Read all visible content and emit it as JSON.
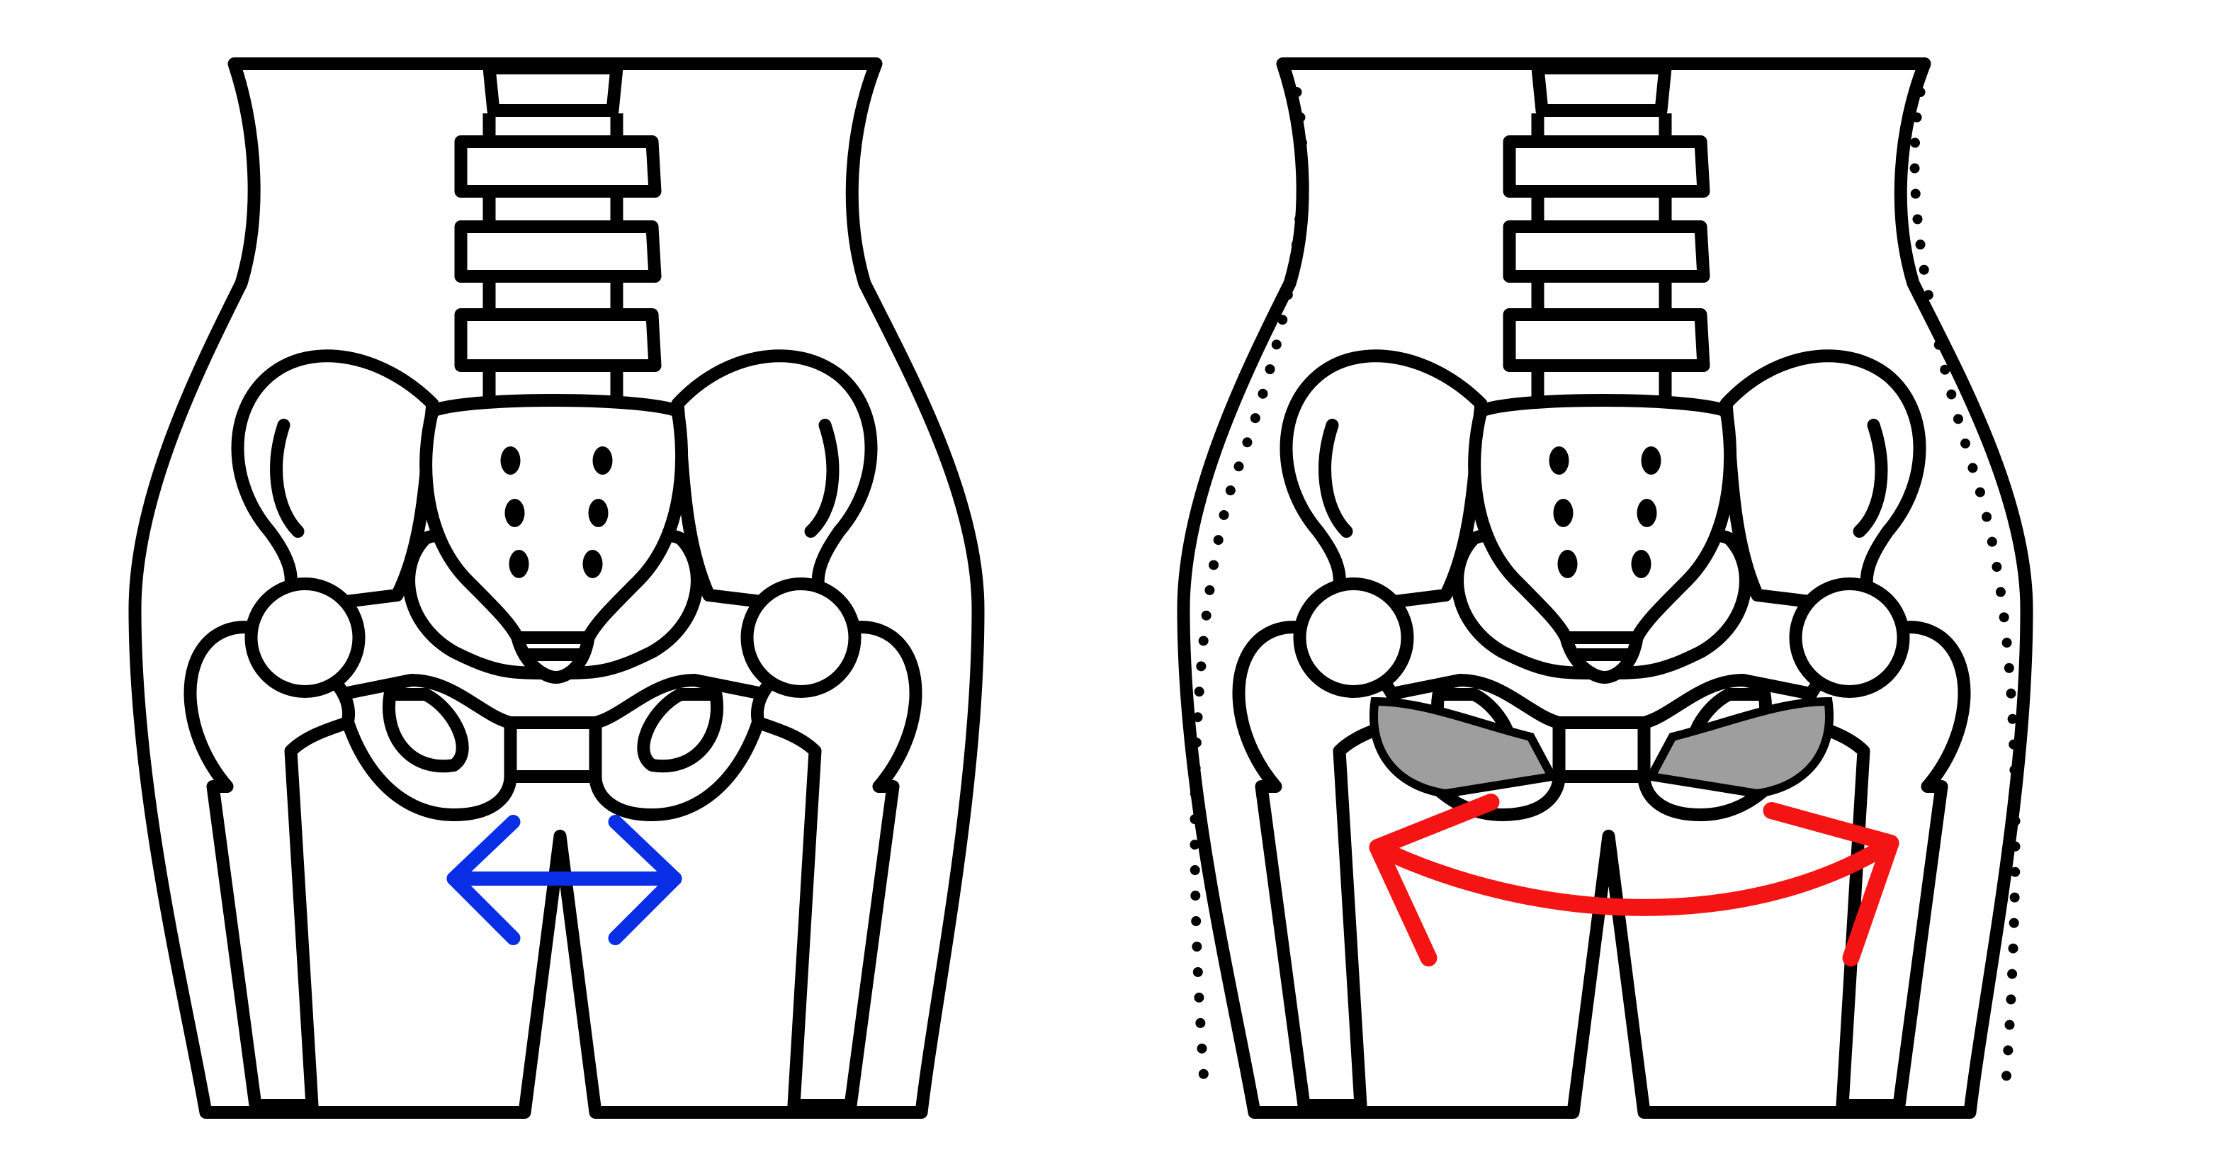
{
  "figures": [
    {
      "panel": "left",
      "arrow_color": "#0a2ee6",
      "arrow_type": "straight double-headed"
    },
    {
      "panel": "right",
      "arrow_color": "#f51414",
      "arrow_type": "curved double-headed",
      "shaded_region_color": "#9e9e9e"
    }
  ],
  "colors": {
    "outline": "#000000",
    "background": "#ffffff"
  }
}
